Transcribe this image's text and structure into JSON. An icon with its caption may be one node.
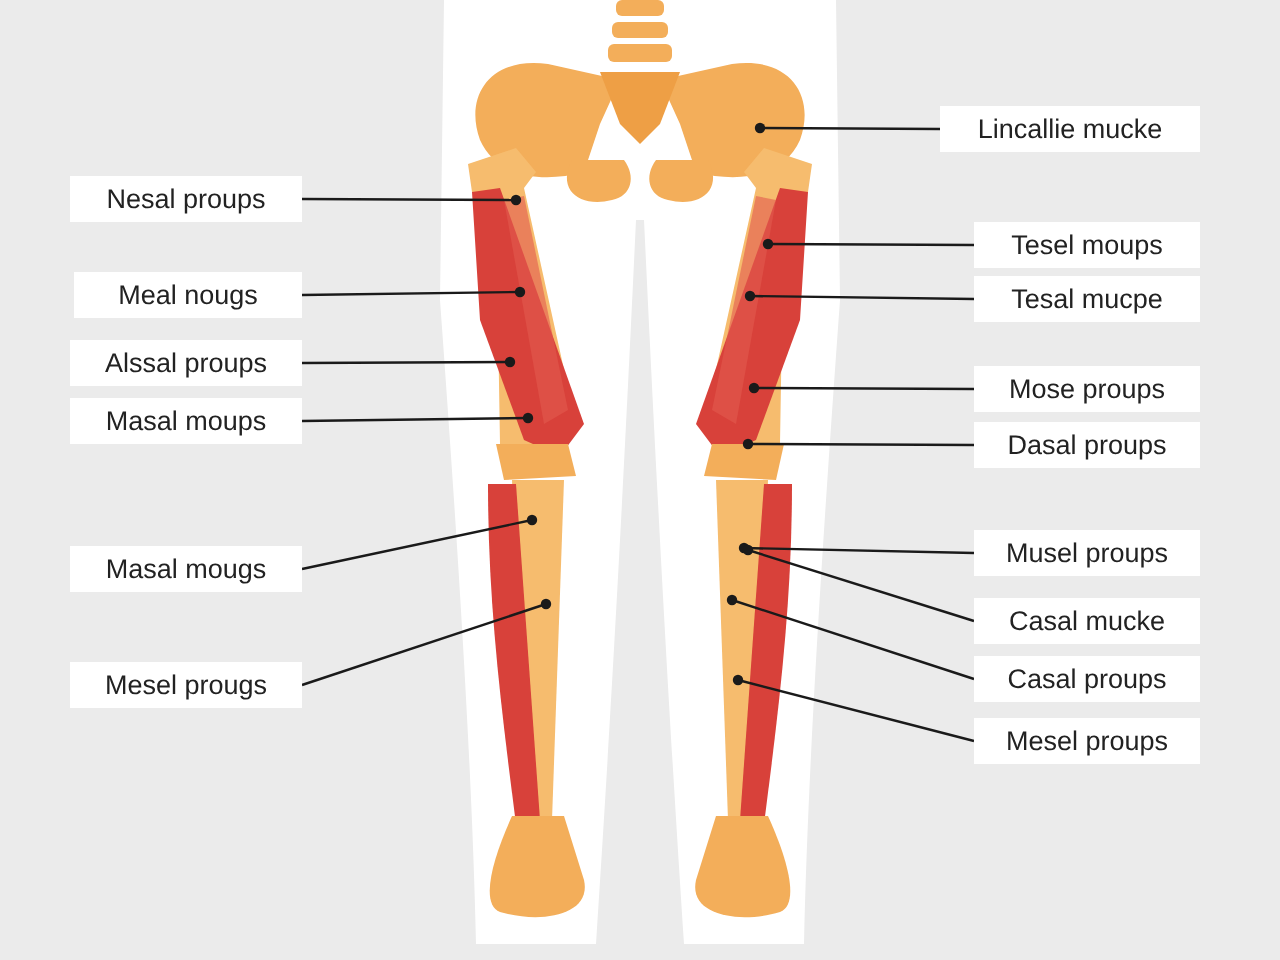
{
  "diagram": {
    "nodes": [
      {
        "text": [
          "Nesal proups"
        ]
      },
      {
        "text": [
          "Meal nougs"
        ]
      },
      {
        "text": [
          "Alssal proups"
        ]
      },
      {
        "text": [
          "Masal moups"
        ]
      },
      {
        "text": [
          "Masal mougs"
        ]
      },
      {
        "text": [
          "Mesel prougs"
        ]
      },
      {
        "text": [
          "Lincallie mucke"
        ]
      },
      {
        "text": [
          "Tesel moups"
        ]
      },
      {
        "text": [
          "Tesal mucpe"
        ]
      },
      {
        "text": [
          "Mose proups"
        ]
      },
      {
        "text": [
          "Dasal proups"
        ]
      },
      {
        "text": [
          "Musel proups"
        ]
      },
      {
        "text": [
          "Casal mucke"
        ]
      },
      {
        "text": [
          "Casal proups"
        ]
      },
      {
        "text": [
          "Mesel proups"
        ]
      }
    ],
    "edges": [
      {
        "from": 0,
        "to": null,
        "arrow": "other"
      },
      {
        "from": 1,
        "to": null,
        "arrow": "other"
      },
      {
        "from": 2,
        "to": null,
        "arrow": "other"
      },
      {
        "from": 3,
        "to": null,
        "arrow": "other"
      },
      {
        "from": 4,
        "to": null,
        "arrow": "other"
      },
      {
        "from": 5,
        "to": null,
        "arrow": "other"
      },
      {
        "from": 6,
        "to": null,
        "arrow": "other"
      },
      {
        "from": 7,
        "to": null,
        "arrow": "other"
      },
      {
        "from": 8,
        "to": null,
        "arrow": "other"
      },
      {
        "from": 9,
        "to": null,
        "arrow": "other"
      },
      {
        "from": 10,
        "to": null,
        "arrow": "other"
      },
      {
        "from": 11,
        "to": null,
        "arrow": "other"
      },
      {
        "from": 12,
        "to": null,
        "arrow": "other"
      },
      {
        "from": 13,
        "to": null,
        "arrow": "other"
      },
      {
        "from": 14,
        "to": null,
        "arrow": "other"
      }
    ]
  }
}
